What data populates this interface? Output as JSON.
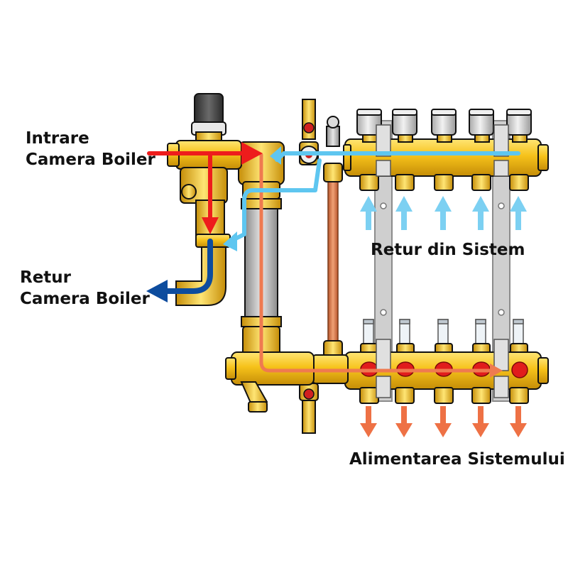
{
  "labels": {
    "boiler_inlet": {
      "line1": "Intrare",
      "line2": "Camera Boiler"
    },
    "boiler_return": {
      "line1": "Retur",
      "line2": "Camera Boiler"
    },
    "system_return": "Retur din Sistem",
    "system_supply": "Alimentarea Sistemului"
  },
  "colors": {
    "brass": "#f6c21a",
    "brass_dark": "#c9930a",
    "hot_flow": "#ee1c1c",
    "warm_flow": "#ef7a50",
    "cold_flow": "#5ec6f0",
    "boiler_return_flow": "#0d4c9e",
    "supply_arrow": "#ee7145",
    "return_arrow": "#7cd0f2",
    "bracket": "#c4c4c4",
    "cap": "#d9d9d9",
    "knob": "#3d3d3d"
  },
  "circuits": {
    "return_caps": 5,
    "supply_outlets": 5
  }
}
